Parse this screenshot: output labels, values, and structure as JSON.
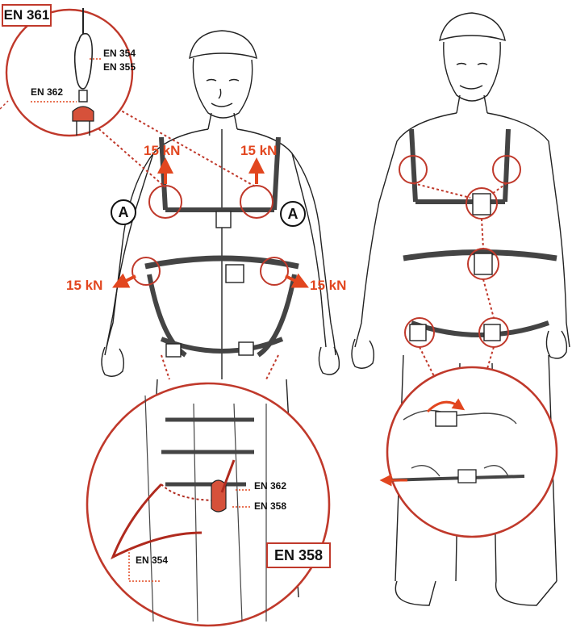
{
  "labels": {
    "en361": "EN 361",
    "en354_top": "EN 354",
    "en355": "EN 355",
    "en362_top": "EN 362",
    "en362_bottom": "EN 362",
    "en358_small": "EN 358",
    "en354_bottom": "EN 354",
    "en358_box": "EN 358"
  },
  "forces": {
    "up_left": "15 kN",
    "up_right": "15 kN",
    "side_left": "15 kN",
    "side_right": "15 kN"
  },
  "anchor_marker": "A",
  "colors": {
    "accent": "#e2461f",
    "line": "#111111",
    "highlight": "#c0392b"
  }
}
